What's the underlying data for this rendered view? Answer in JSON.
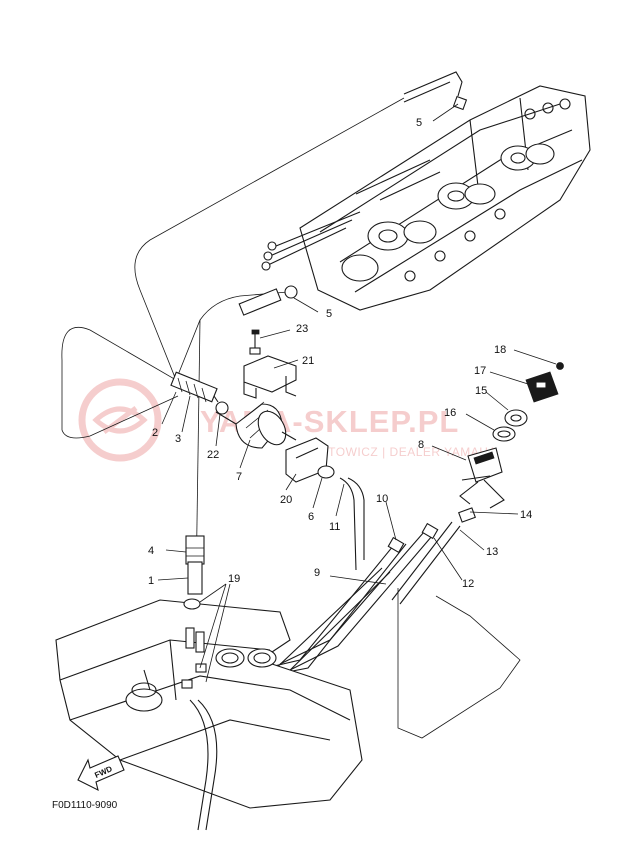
{
  "diagram": {
    "figure_code": "F0D1110-9090",
    "direction_label": "FWD",
    "watermark": {
      "title": "YAMA-SKLEP.PL",
      "subtitle": "WÓJTOWICZ | DEALER YAMAHA",
      "color": "#e57373"
    },
    "callouts": {
      "c1": "1",
      "c2": "2",
      "c3": "3",
      "c4": "4",
      "c5a": "5",
      "c5b": "5",
      "c6": "6",
      "c7": "7",
      "c8": "8",
      "c9": "9",
      "c10": "10",
      "c11": "11",
      "c12": "12",
      "c13": "13",
      "c14": "14",
      "c15": "15",
      "c16": "16",
      "c17": "17",
      "c18": "18",
      "c19": "19",
      "c20": "20",
      "c21": "21",
      "c22": "22",
      "c23": "23"
    }
  }
}
